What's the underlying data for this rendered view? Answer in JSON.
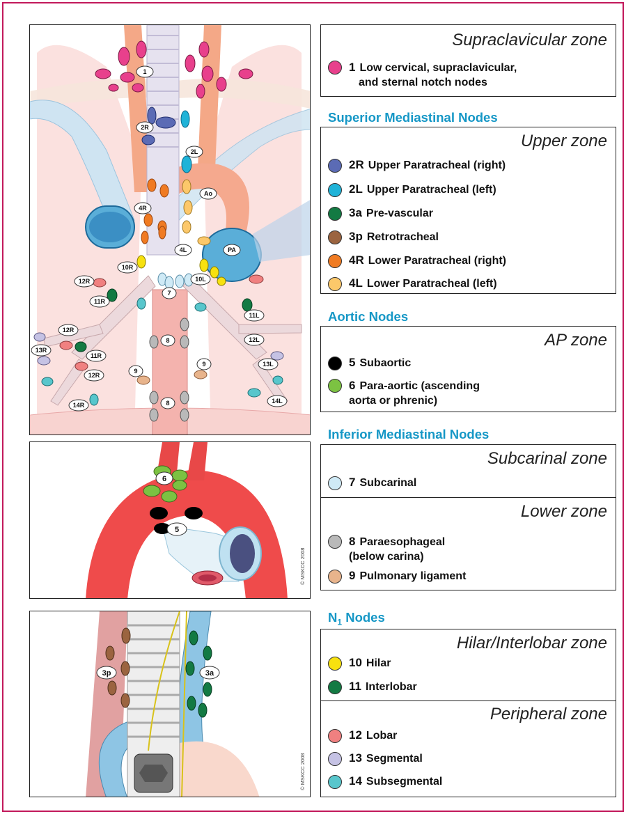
{
  "supraclavicular": {
    "zone": "Supraclavicular zone",
    "items": [
      {
        "color": "#e8408c",
        "code": "1",
        "desc": "Low cervical, supraclavicular,",
        "desc2": "and sternal notch nodes"
      }
    ]
  },
  "superior": {
    "heading": "Superior Mediastinal Nodes",
    "zone": "Upper zone",
    "items": [
      {
        "color": "#5b6bb5",
        "code": "2R",
        "desc": "Upper Paratracheal (right)"
      },
      {
        "color": "#1fb3d8",
        "code": "2L",
        "desc": "Upper Paratracheal (left)"
      },
      {
        "color": "#137a43",
        "code": "3a",
        "desc": "Pre-vascular"
      },
      {
        "color": "#9b6440",
        "code": "3p",
        "desc": "Retrotracheal"
      },
      {
        "color": "#f07b22",
        "code": "4R",
        "desc": "Lower Paratracheal (right)"
      },
      {
        "color": "#fcc86a",
        "code": "4L",
        "desc": "Lower Paratracheal (left)"
      }
    ]
  },
  "aortic": {
    "heading": "Aortic Nodes",
    "zone": "AP zone",
    "items": [
      {
        "color": "#000000",
        "code": "5",
        "desc": "Subaortic"
      },
      {
        "color": "#7cc242",
        "code": "6",
        "desc": "Para-aortic (ascending",
        "desc2": "aorta or phrenic)"
      }
    ]
  },
  "inferior": {
    "heading": "Inferior Mediastinal Nodes",
    "zone1": "Subcarinal zone",
    "items1": [
      {
        "color": "#cfeaf6",
        "code": "7",
        "desc": "Subcarinal"
      }
    ],
    "zone2": "Lower zone",
    "items2": [
      {
        "color": "#b9b9b9",
        "code": "8",
        "desc": "Paraesophageal",
        "desc2": "(below carina)"
      },
      {
        "color": "#e8b48c",
        "code": "9",
        "desc": "Pulmonary ligament"
      }
    ]
  },
  "n1": {
    "heading": "N",
    "heading_sub": "1",
    "heading_rest": " Nodes",
    "zone1": "Hilar/Interlobar zone",
    "items1": [
      {
        "color": "#f7e10f",
        "code": "10",
        "desc": "Hilar"
      },
      {
        "color": "#137a43",
        "code": "11",
        "desc": "Interlobar"
      }
    ],
    "zone2": "Peripheral zone",
    "items2": [
      {
        "color": "#f08080",
        "code": "12",
        "desc": "Lobar"
      },
      {
        "color": "#c5c2e4",
        "code": "13",
        "desc": "Segmental"
      },
      {
        "color": "#58c6cc",
        "code": "14",
        "desc": "Subsegmental"
      }
    ]
  },
  "diagram_labels": {
    "l1": "1",
    "l2r": "2R",
    "l2l": "2L",
    "ao": "Ao",
    "l4r": "4R",
    "l4l": "4L",
    "pa": "PA",
    "l10r": "10R",
    "l10l": "10L",
    "l7": "7",
    "l12r_a": "12R",
    "l11r_a": "11R",
    "l12r_b": "12R",
    "l13r": "13R",
    "l11r_b": "11R",
    "l12r_c": "12R",
    "l14r": "14R",
    "l8a": "8",
    "l9a": "9",
    "l9b": "9",
    "l8b": "8",
    "l11l": "11L",
    "l12l": "12L",
    "l13l": "13L",
    "l14l": "14L",
    "l6": "6",
    "l5": "5",
    "l3p": "3p",
    "l3a": "3a"
  },
  "copyright": "© MSKCC 2008"
}
